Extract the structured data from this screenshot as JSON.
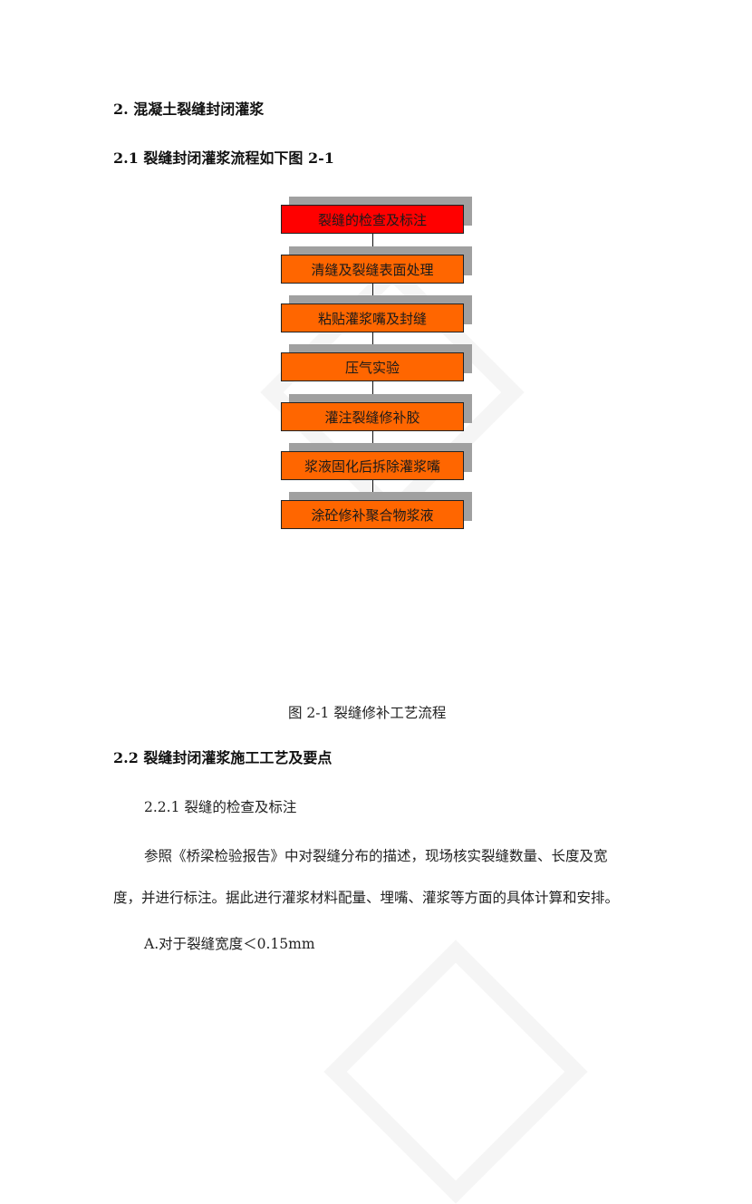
{
  "section": {
    "heading": "2.  混凝土裂缝封闭灌浆",
    "sub1": "2.1  裂缝封闭灌浆流程如下图 2-1",
    "sub2": "2.2  裂缝封闭灌浆施工工艺及要点",
    "sub3": "2.2.1 裂缝的检查及标注"
  },
  "flowchart": {
    "steps": [
      {
        "label": "裂缝的检查及标注",
        "color": "#ff0000"
      },
      {
        "label": "清缝及裂缝表面处理",
        "color": "#ff6600"
      },
      {
        "label": "粘贴灌浆嘴及封缝",
        "color": "#ff6600"
      },
      {
        "label": "压气实验",
        "color": "#ff6600"
      },
      {
        "label": "灌注裂缝修补胶",
        "color": "#ff6600"
      },
      {
        "label": "浆液固化后拆除灌浆嘴",
        "color": "#ff6600"
      },
      {
        "label": "涂砼修补聚合物浆液",
        "color": "#ff6600"
      }
    ],
    "caption": "图 2-1    裂缝修补工艺流程"
  },
  "body": {
    "para1_line1": "参照《桥梁检验报告》中对裂缝分布的描述，现场核实裂缝数量、长度及宽",
    "para1_line2": "度，并进行标注。据此进行灌浆材料配量、埋嘴、灌浆等方面的具体计算和安排。",
    "item_a": "A.对于裂缝宽度＜0.15mm"
  }
}
